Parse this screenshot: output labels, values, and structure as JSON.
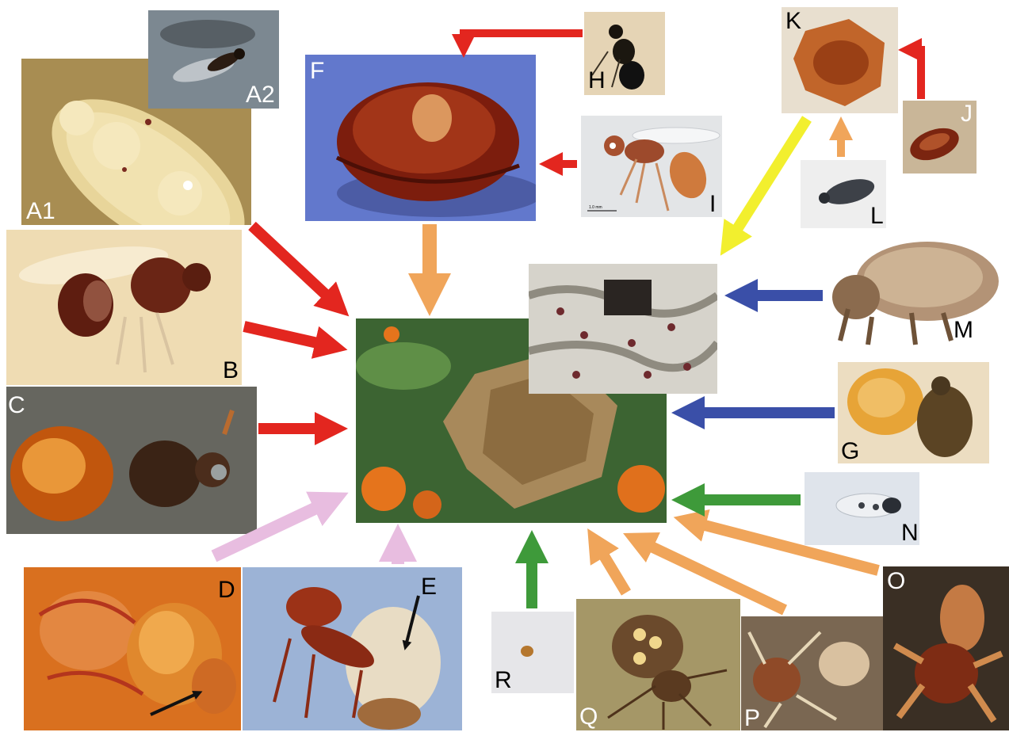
{
  "panels": {
    "A1": "A1",
    "A2": "A2",
    "B": "B",
    "C": "C",
    "D": "D",
    "E": "E",
    "F": "F",
    "G": "G",
    "H": "H",
    "I": "I",
    "J": "J",
    "K": "K",
    "L": "L",
    "M": "M",
    "N": "N",
    "O": "O",
    "P": "P",
    "Q": "Q",
    "R": "R"
  },
  "scale_bar_text": "1.0 mm",
  "arrow_colors": {
    "red": "#e3261f",
    "orange": "#f0a55a",
    "yellow": "#f2ef2e",
    "blue": "#3a4fa8",
    "green": "#3e9a3a",
    "pink": "#e8bde0",
    "black": "#111111"
  }
}
